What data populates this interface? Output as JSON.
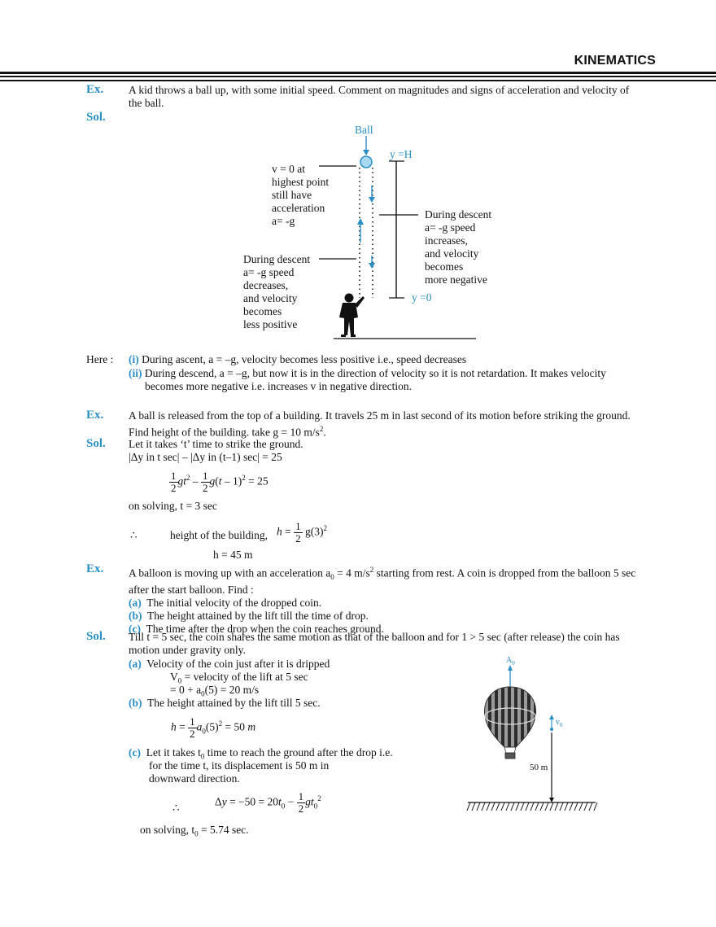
{
  "header": {
    "title": "KINEMATICS"
  },
  "ex1": {
    "ex_label": "Ex.",
    "question_line1": "A kid throws a ball up, with some initial speed. Comment on magnitudes and signs of acceleration and velocity of",
    "question_line2": "the ball.",
    "sol_label": "Sol.",
    "diagram": {
      "ball_label": "Ball",
      "top_label": "y =H",
      "bottom_label": "y =0",
      "highest_point": [
        "v = 0 at",
        "highest point",
        "still have",
        "acceleration",
        "a= -g"
      ],
      "left_note": [
        "During descent",
        "a= -g speed",
        "decreases,",
        "and velocity",
        "becomes",
        "less positive"
      ],
      "right_note": [
        "During descent",
        "a= -g speed",
        "increases,",
        "and velocity",
        "becomes",
        "more negative"
      ]
    },
    "here_label": "Here :",
    "point_i_label": "(i)",
    "point_i_text": "During ascent, a = –g, velocity becomes less positive i.e., speed decreases",
    "point_ii_label": "(ii)",
    "point_ii_line1": "During descend, a = –g, but now it is in the direction of velocity so it is not retardation. It makes velocity",
    "point_ii_line2": "becomes more negative i.e. increases v in negative direction."
  },
  "ex2": {
    "ex_label": "Ex.",
    "question_line1": "A ball is released from the top of a building. It travels 25 m in last second of its motion before striking the ground.",
    "question_line2": "Find height of the building. take g = 10 m/s",
    "sol_label": "Sol.",
    "sol_line1": "Let it takes ‘t’ time to strike the ground.",
    "sol_line2": "|Δy in t sec| – |Δy in (t–1) sec| = 25",
    "eq_result": "= 25",
    "on_solving": "on solving, t = 3 sec",
    "therefore": "∴",
    "height_text": "height of the building,",
    "height_result": "h = 45 m"
  },
  "ex3": {
    "ex_label": "Ex.",
    "question_line1a": "A balloon is moving up with an acceleration a",
    "question_line1b": " = 4 m/s",
    "question_line1c": " starting from rest. A coin is dropped from the balloon 5 sec",
    "question_line2": "after the start balloon. Find :",
    "q_a_label": "(a)",
    "q_a": "The initial velocity of the dropped coin.",
    "q_b_label": "(b)",
    "q_b": "The height attained by the lift till the time of drop.",
    "q_c_label": "(c)",
    "q_c": "The time after the drop when the coin reaches ground.",
    "sol_label": "Sol.",
    "sol_line1": "Till t = 5 sec, the coin shares the same motion as that of the balloon and for 1 > 5 sec (after release) the coin has",
    "sol_line2": "motion under gravity only.",
    "s_a_label": "(a)",
    "s_a": "Velocity of the coin just after it is dripped",
    "s_a_1": " = velocity of the lift at 5 sec",
    "s_a_2": "=  0 + a",
    "s_a_2b": "(5) = 20 m/s",
    "s_b_label": "(b)",
    "s_b": "The height attained by the lift till 5 sec.",
    "s_c_label": "(c)",
    "s_c_line1": "Let it takes t",
    "s_c_line1b": " time to reach the ground after the drop i.e.",
    "s_c_line2": "for the time t, its displacement is 50 m in",
    "s_c_line3": "downward direction.",
    "therefore": "∴",
    "final": "on solving, t",
    "final_b": " = 5.74 sec.",
    "diagram": {
      "a0_label": "A",
      "v0_label": "v",
      "height_label": "50 m"
    }
  }
}
